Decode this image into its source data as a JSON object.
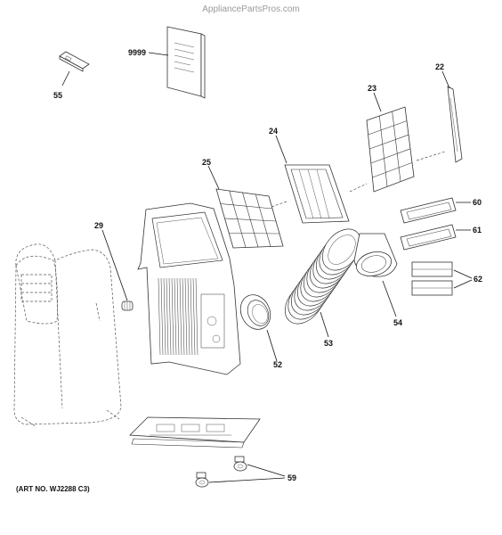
{
  "watermark": "AppliancePartsPros.com",
  "art_number": "(ART NO. WJ2288 C3)",
  "labels": {
    "p9999": "9999",
    "p55": "55",
    "p22": "22",
    "p23": "23",
    "p24": "24",
    "p25": "25",
    "p29": "29",
    "p60": "60",
    "p61": "61",
    "p62": "62",
    "p52": "52",
    "p53": "53",
    "p54": "54",
    "p59": "59"
  }
}
